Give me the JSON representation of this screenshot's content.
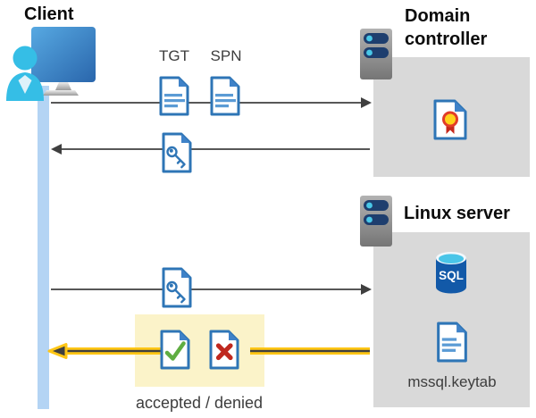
{
  "labels": {
    "client": "Client",
    "domain_controller": "Domain controller",
    "linux_server": "Linux server",
    "tgt": "TGT",
    "spn": "SPN",
    "sql": "SQL",
    "keytab_file": "mssql.keytab",
    "result": "accepted / denied"
  },
  "icons": {
    "client": "client-user-workstation-icon",
    "domain_controller": "server-icon",
    "linux_server": "server-icon",
    "tgt": "document-icon",
    "spn": "document-icon",
    "service_ticket": "key-document-icon",
    "certificate": "certificate-document-icon",
    "sql": "sql-database-icon",
    "keytab": "document-icon",
    "accepted": "check-document-icon",
    "denied": "cross-document-icon"
  },
  "colors": {
    "doc_blue": "#2e75b6",
    "doc_fold_blue": "#3f82c8",
    "doc_line_blue": "#5b9bd5",
    "zone_gray": "#d9d9d9",
    "lifeline_blue": "#b4d4f4",
    "highlight_yellow": "#fbf3c9",
    "arrow_yellow": "#ffc615",
    "arrow_gray": "#575757",
    "check_green": "#5fad41",
    "cross_red": "#bf281e",
    "sql_body_blue": "#1259a8",
    "sql_top_cyan": "#49c5e8",
    "person_cyan": "#35bee6",
    "server_pill_navy": "#1e3e6e"
  }
}
